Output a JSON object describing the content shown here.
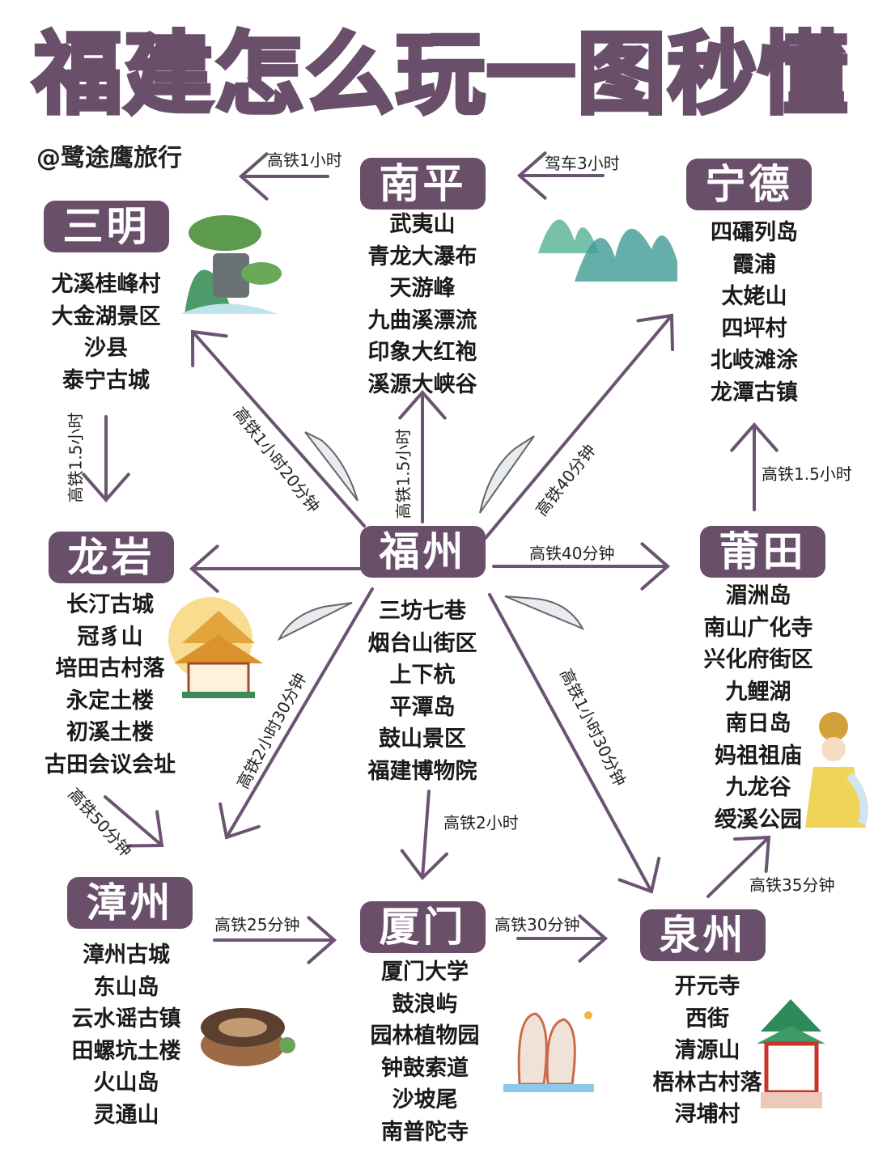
{
  "title": "福建怎么玩一图秒懂",
  "author": "@鹭途鹰旅行",
  "colors": {
    "accent": "#6a4f6b",
    "text": "#1a1a1a"
  },
  "cities": {
    "sanming": {
      "name": "三明",
      "spots": [
        "尤溪桂峰村",
        "大金湖景区",
        "沙县",
        "泰宁古城"
      ]
    },
    "nanping": {
      "name": "南平",
      "spots": [
        "武夷山",
        "青龙大瀑布",
        "天游峰",
        "九曲溪漂流",
        "印象大红袍",
        "溪源大峡谷"
      ]
    },
    "ningde": {
      "name": "宁德",
      "spots": [
        "四礵列岛",
        "霞浦",
        "太姥山",
        "四坪村",
        "北岐滩涂",
        "龙潭古镇"
      ]
    },
    "longyan": {
      "name": "龙岩",
      "spots": [
        "长汀古城",
        "冠豸山",
        "培田古村落",
        "永定土楼",
        "初溪土楼",
        "古田会议会址"
      ]
    },
    "fuzhou": {
      "name": "福州",
      "spots": [
        "三坊七巷",
        "烟台山街区",
        "上下杭",
        "平潭岛",
        "鼓山景区",
        "福建博物院"
      ]
    },
    "putian": {
      "name": "莆田",
      "spots": [
        "湄洲岛",
        "南山广化寺",
        "兴化府街区",
        "九鲤湖",
        "南日岛",
        "妈祖祖庙",
        "九龙谷",
        "绶溪公园"
      ]
    },
    "zhangzhou": {
      "name": "漳州",
      "spots": [
        "漳州古城",
        "东山岛",
        "云水谣古镇",
        "田螺坑土楼",
        "火山岛",
        "灵通山"
      ]
    },
    "xiamen": {
      "name": "厦门",
      "spots": [
        "厦门大学",
        "鼓浪屿",
        "园林植物园",
        "钟鼓索道",
        "沙坡尾",
        "南普陀寺"
      ]
    },
    "quanzhou": {
      "name": "泉州",
      "spots": [
        "开元寺",
        "西街",
        "清源山",
        "梧林古村落",
        "浔埔村"
      ]
    }
  },
  "routes": {
    "nanping_sanming": "高铁1小时",
    "ningde_nanping": "驾车3小时",
    "sanming_longyan": "高铁1.5小时",
    "fuzhou_sanming": "高铁1小时20分钟",
    "fuzhou_nanping": "高铁1.5小时",
    "fuzhou_ningde": "高铁40分钟",
    "fuzhou_putian": "高铁40分钟",
    "putian_ningde": "高铁1.5小时",
    "fuzhou_zhangzhou": "高铁2小时30分钟",
    "fuzhou_xiamen": "高铁2小时",
    "fuzhou_quanzhou": "高铁1小时30分钟",
    "longyan_zhangzhou": "高铁50分钟",
    "zhangzhou_xiamen": "高铁25分钟",
    "xiamen_quanzhou": "高铁30分钟",
    "quanzhou_putian": "高铁35分钟"
  },
  "icons": [
    "pine-tree-landmark-icon",
    "green-mountains-icon",
    "train-icon",
    "pagoda-icon",
    "opera-figure-icon",
    "tulou-icon",
    "twin-towers-icon",
    "pavilion-icon"
  ]
}
